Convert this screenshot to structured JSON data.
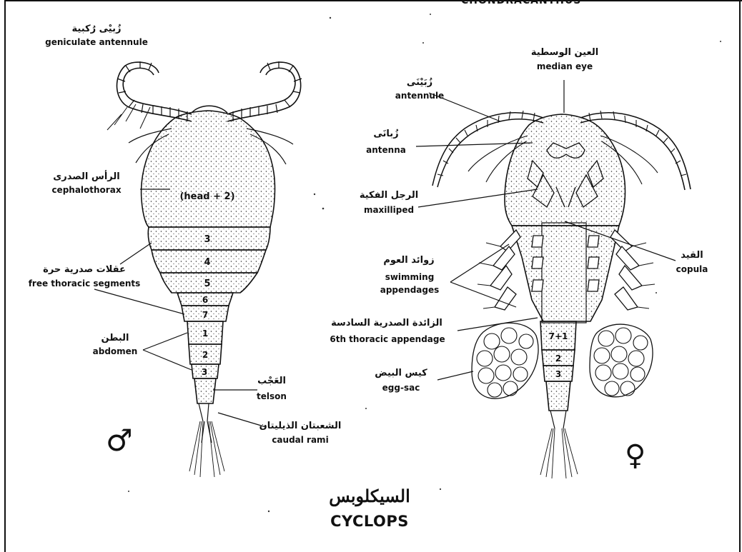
{
  "header_fragment": "CHONDRACANTHUS",
  "male": {
    "symbol": "♂",
    "body_label": "(head + 2)",
    "segments": [
      "3",
      "4",
      "5",
      "6",
      "7",
      "1",
      "2",
      "3"
    ],
    "labels": {
      "geniculate_ar": "زُبيْى رُكبية",
      "geniculate_en": "geniculate antennule",
      "cephalothorax_ar": "الرأس الصدرى",
      "cephalothorax_en": "cephalothorax",
      "free_ar": "عقلات صدرية حرة",
      "free_en": "free thoracic segments",
      "abdomen_ar": "البطن",
      "abdomen_en": "abdomen",
      "telson_ar": "العَجْب",
      "telson_en": "telson",
      "caudal_ar": "الشعبتان الذيليتان",
      "caudal_en": "caudal rami"
    }
  },
  "female": {
    "symbol": "♀",
    "segments": [
      "7+1",
      "2",
      "3"
    ],
    "labels": {
      "median_ar": "العين الوسطية",
      "median_en": "median eye",
      "antennule_ar": "زُبَيْنَى",
      "antennule_en": "antennule",
      "antenna_ar": "زُبانَى",
      "antenna_en": "antenna",
      "maxilliped_ar": "الرجل الفكية",
      "maxilliped_en": "maxilliped",
      "copula_ar": "القيد",
      "copula_en": "copula",
      "swimming_ar": "زوائد العوم",
      "swimming_en1": "swimming",
      "swimming_en2": "appendages",
      "sixth_ar": "الزائدة الصدرية السادسة",
      "sixth_en": "6th thoracic appendage",
      "eggsac_ar": "كيس البيض",
      "eggsac_en": "egg-sac"
    }
  },
  "title_ar": "السيكلوبس",
  "title_en": "CYCLOPS"
}
